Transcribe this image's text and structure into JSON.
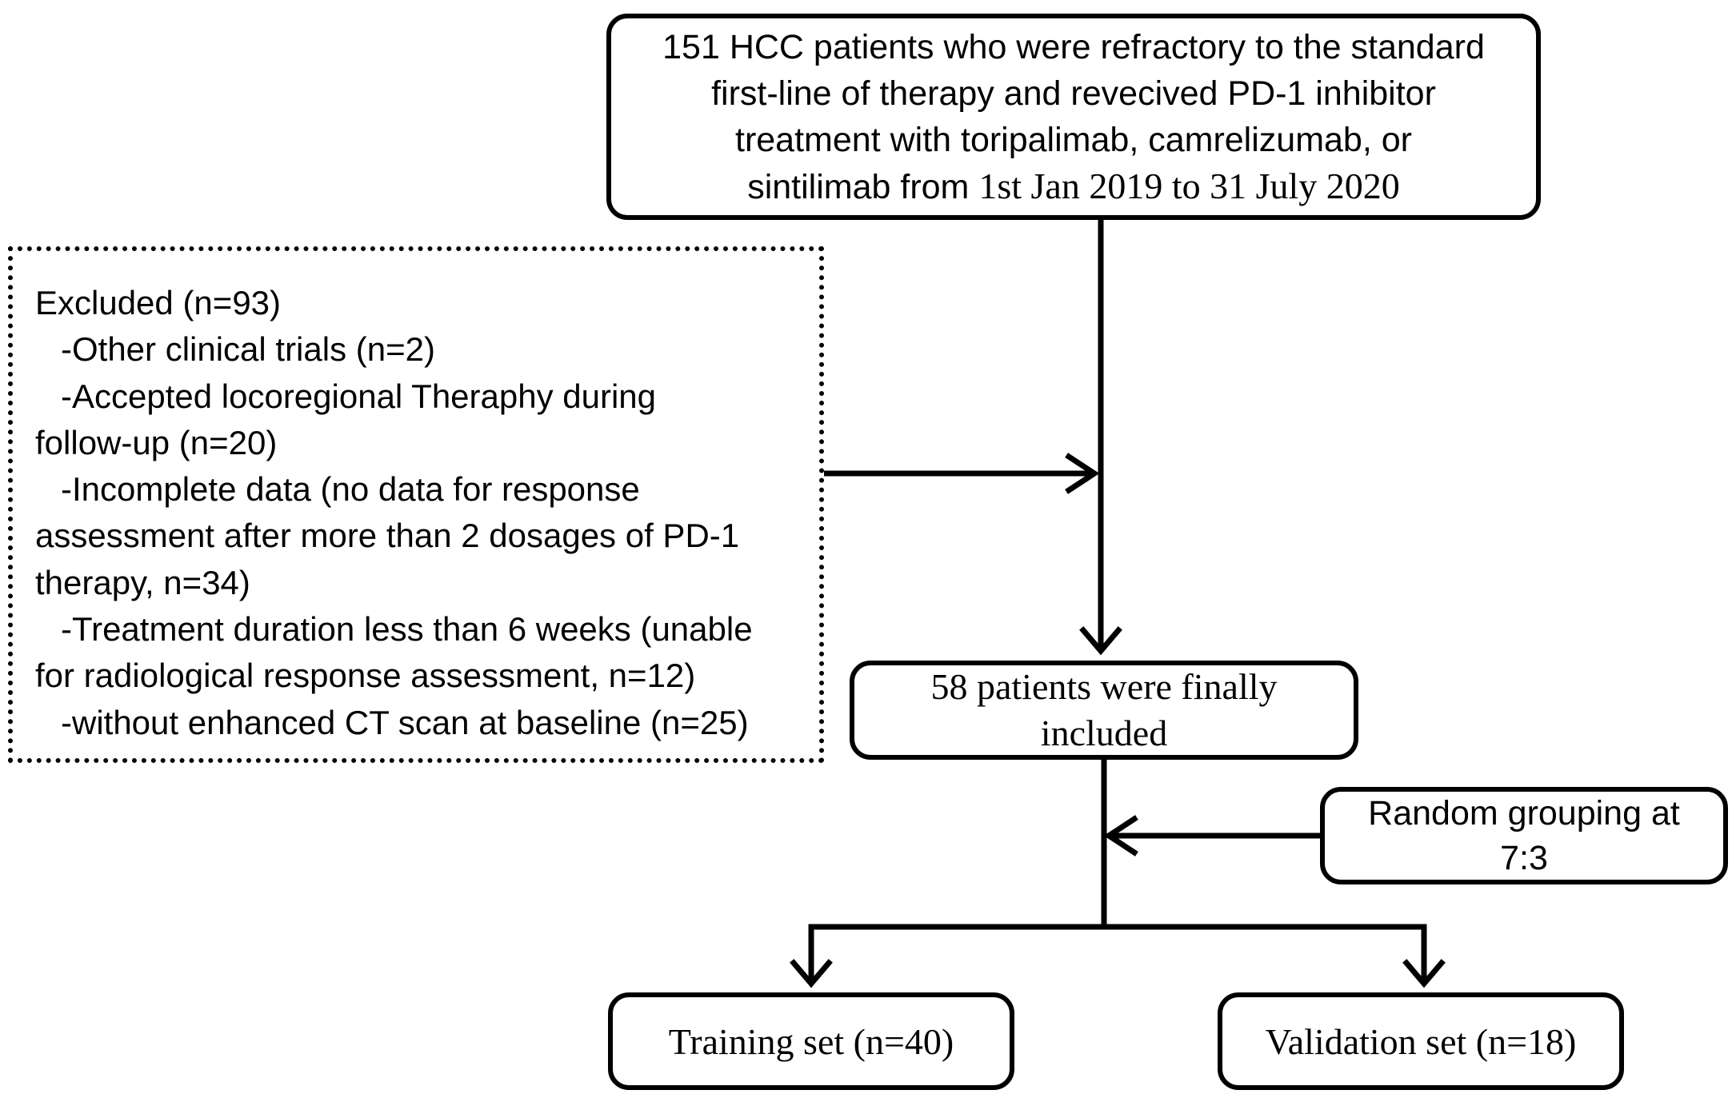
{
  "nodes": {
    "top": {
      "lines": [
        "151 HCC patients who were refractory to the standard",
        "first-line of therapy and revecived PD-1 inhibitor",
        "treatment  with toripalimab, camrelizumab, or"
      ],
      "last_line_prefix": "sintilimab from ",
      "last_line_dates": "1st Jan 2019 to 31 July 2020"
    },
    "excluded": {
      "title": "Excluded (n=93)",
      "lines": [
        "-Other clinical trials (n=2)",
        "-Accepted locoregional Theraphy during",
        "follow-up (n=20)",
        "-Incomplete data (no data for response",
        "assessment after more than 2 dosages of PD-1",
        "therapy, n=34)",
        "-Treatment duration less than 6 weeks (unable",
        "for radiological response assessment, n=12)",
        "-without enhanced CT scan at baseline (n=25)"
      ]
    },
    "included": {
      "lines": [
        "58 patients were finally",
        "included"
      ]
    },
    "random": {
      "lines": [
        "Random grouping at",
        "7:3"
      ]
    },
    "training": {
      "label": "Training set (n=40)"
    },
    "validation": {
      "label": "Validation set (n=18)"
    }
  },
  "colors": {
    "stroke": "#000000",
    "background": "#ffffff"
  }
}
